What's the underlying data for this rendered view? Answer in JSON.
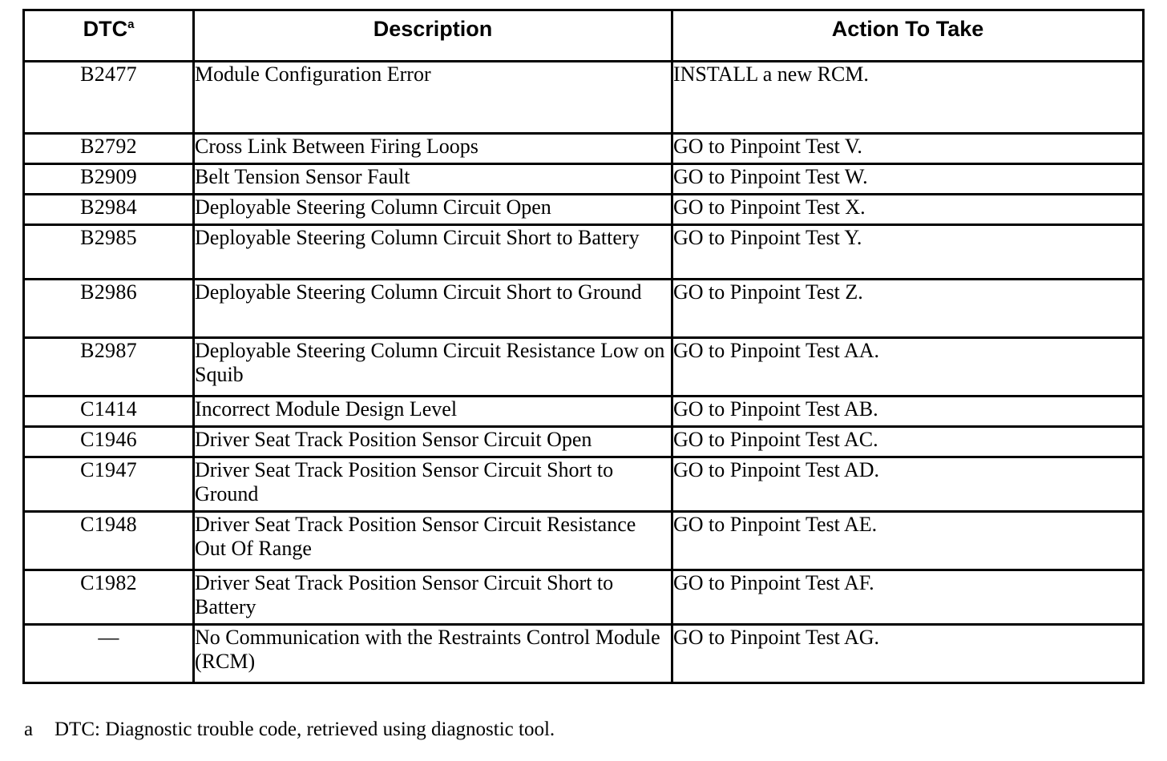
{
  "table": {
    "columns": [
      {
        "key": "dtc",
        "label": "DTC",
        "superscript": "a"
      },
      {
        "key": "description",
        "label": "Description",
        "superscript": ""
      },
      {
        "key": "action",
        "label": "Action To Take",
        "superscript": ""
      }
    ],
    "rows": [
      {
        "dtc": "B2477",
        "description": "Module Configuration Error",
        "action": "INSTALL a new RCM."
      },
      {
        "dtc": "B2792",
        "description": "Cross Link Between Firing Loops",
        "action": "GO to Pinpoint Test V."
      },
      {
        "dtc": "B2909",
        "description": "Belt Tension Sensor Fault",
        "action": "GO to Pinpoint Test W."
      },
      {
        "dtc": "B2984",
        "description": "Deployable Steering Column Circuit Open",
        "action": "GO to Pinpoint Test X."
      },
      {
        "dtc": "B2985",
        "description": "Deployable Steering Column Circuit Short to Battery",
        "action": "GO to Pinpoint Test Y."
      },
      {
        "dtc": "B2986",
        "description": "Deployable Steering Column Circuit Short to Ground",
        "action": "GO to Pinpoint Test Z."
      },
      {
        "dtc": "B2987",
        "description": "Deployable Steering Column Circuit Resistance Low on Squib",
        "action": "GO to Pinpoint Test AA."
      },
      {
        "dtc": "C1414",
        "description": "Incorrect Module Design Level",
        "action": "GO to Pinpoint Test AB."
      },
      {
        "dtc": "C1946",
        "description": "Driver Seat Track Position Sensor Circuit Open",
        "action": "GO to Pinpoint Test AC."
      },
      {
        "dtc": "C1947",
        "description": "Driver Seat Track Position Sensor Circuit Short to Ground",
        "action": "GO to Pinpoint Test AD."
      },
      {
        "dtc": "C1948",
        "description": "Driver Seat Track Position Sensor Circuit Resistance Out Of Range",
        "action": "GO to Pinpoint Test AE."
      },
      {
        "dtc": "C1982",
        "description": "Driver Seat Track Position Sensor Circuit Short to Battery",
        "action": "GO to Pinpoint Test AF."
      },
      {
        "dtc": "—",
        "description": "No Communication with the Restraints Control Module (RCM)",
        "action": "GO to Pinpoint Test AG."
      }
    ]
  },
  "footnote": {
    "marker": "a",
    "text": "DTC: Diagnostic trouble code, retrieved using diagnostic tool."
  },
  "colors": {
    "border": "#000000",
    "text": "#000000",
    "background": "#ffffff"
  }
}
